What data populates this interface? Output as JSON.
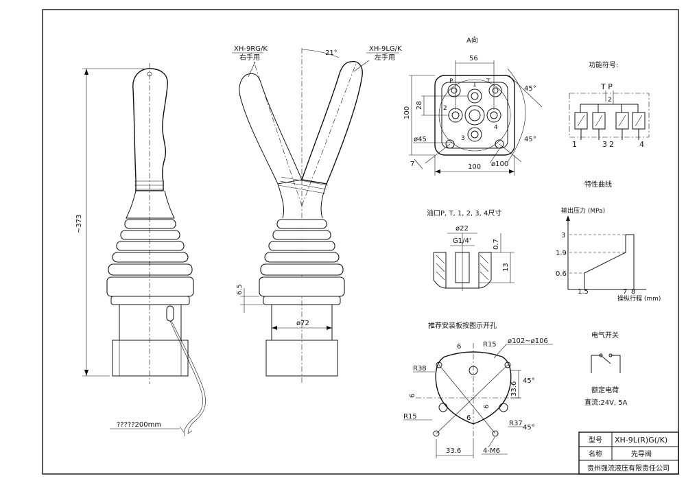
{
  "views": {
    "side": {
      "height_dim": "~373",
      "dim_6_5": "6.5",
      "cable_label": "?????200mm"
    },
    "front": {
      "right_model": "XH-9RG/K",
      "right_use": "右手用",
      "left_model": "XH-9LG/K",
      "left_use": "左手用",
      "angle": "21°",
      "dim_72": "ø72"
    },
    "a_view": {
      "title": "A向",
      "dim_56": "56",
      "dim_100_v": "100",
      "dim_28": "28",
      "dim_45": "ø45",
      "dim_100_h": "100",
      "dim_phi100": "ø100",
      "angle_top": "45°",
      "angle_bot": "45°",
      "dim_7": "7",
      "ports": [
        "P",
        "T",
        "1",
        "2",
        "3",
        "4"
      ]
    },
    "port_detail": {
      "title": "油口P, T, 1, 2, 3, 4尺寸",
      "dim_22": "ø22",
      "thread": "G1/4'",
      "dim_0_7": "0.7",
      "dim_13": "13"
    },
    "mounting": {
      "title": "推荐安装板按图示开孔",
      "r15_top": "R15",
      "dim_circle": "ø102~ø106",
      "r38": "R38",
      "dim_6a": "6",
      "dim_6b": "6",
      "dim_6c": "6",
      "dim_6d": "6",
      "dim_33_6_v": "33.6",
      "r15_left": "R15",
      "r37": "R37",
      "angle_a": "45°",
      "angle_b": "45°",
      "dim_33_6_h": "33.6",
      "holes": "4-M6"
    },
    "symbol": {
      "title": "功能符号:",
      "top_letters": "T P",
      "mid_num": "2",
      "ports_bottom": [
        "1",
        "3",
        "2",
        "4"
      ]
    },
    "curve": {
      "title": "特性曲线",
      "ylabel": "输出压力 (MPa)",
      "xlabel": "操纵行程 (mm)",
      "yticks": [
        "3",
        "1.9",
        "0.6"
      ],
      "xticks": [
        "1.5",
        "7",
        "8"
      ]
    },
    "switch": {
      "title": "电气开关",
      "rating_label": "额定电荷",
      "rating_value": "直流:24V, 5A"
    }
  },
  "title_block": {
    "model_label": "型号",
    "model_value": "XH-9L(R)G(/K)",
    "name_label": "名称",
    "name_value": "先导阀",
    "company": "贵州强流液压有限责任公司"
  }
}
